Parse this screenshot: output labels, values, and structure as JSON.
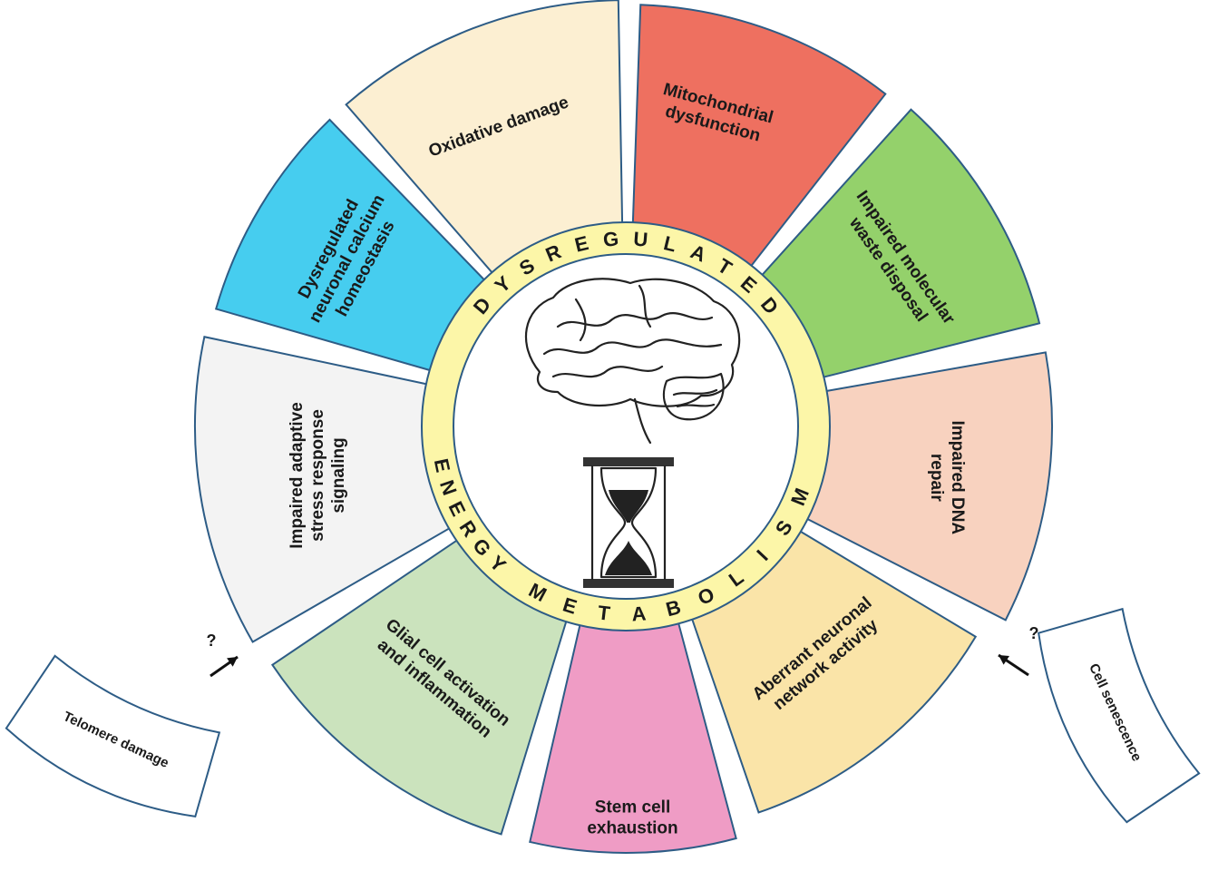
{
  "ring": {
    "fill": "#fcf6a8",
    "letters_top": [
      "D",
      "Y",
      "S",
      "R",
      "E",
      "G",
      "U",
      "L",
      "A",
      "T",
      "E",
      "D"
    ],
    "letters_left": [
      "E",
      "N",
      "E",
      "R",
      "G",
      "Y"
    ],
    "letters_bottom": [
      "M",
      "E",
      "T",
      "A",
      "B",
      "O",
      "L",
      "I",
      "S",
      "M"
    ]
  },
  "segments": [
    {
      "id": "oxidative",
      "lines": [
        "Oxidative damage"
      ],
      "color": "#fcefd2"
    },
    {
      "id": "mito",
      "lines": [
        "Mitochondrial",
        "dysfunction"
      ],
      "color": "#ee7060"
    },
    {
      "id": "waste",
      "lines": [
        "Impaired molecular",
        "waste disposal"
      ],
      "color": "#94d16b"
    },
    {
      "id": "dna",
      "lines": [
        "Impaired DNA",
        "repair"
      ],
      "color": "#f8d2bf"
    },
    {
      "id": "network",
      "lines": [
        "Aberrant neuronal",
        "network activity"
      ],
      "color": "#fae4a8"
    },
    {
      "id": "stem",
      "lines": [
        "Stem cell",
        "exhaustion"
      ],
      "color": "#ef9cc5"
    },
    {
      "id": "glial",
      "lines": [
        "Glial cell activation",
        "and inflammation"
      ],
      "color": "#cbe3bd"
    },
    {
      "id": "stress",
      "lines": [
        "Impaired adaptive",
        "stress response",
        "signaling"
      ],
      "color": "#f3f3f3"
    },
    {
      "id": "calcium",
      "lines": [
        "Dysregulated",
        "neuronal  calcium",
        "homeostasis"
      ],
      "color": "#46cdef"
    }
  ],
  "side": {
    "left": {
      "label": "Telomere damage",
      "question": "?"
    },
    "right": {
      "label": "Cell senescence",
      "question": "?"
    }
  }
}
